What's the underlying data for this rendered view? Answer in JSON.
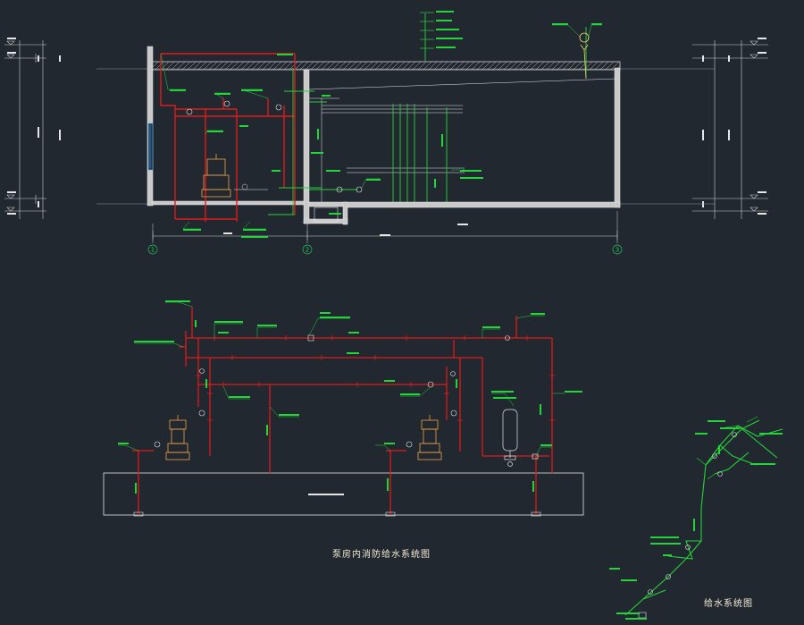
{
  "titles": {
    "pump_room_system": "泵房内消防给水系统图",
    "supply_system": "给水系统图"
  },
  "axis_labels": [
    "1",
    "2",
    "3"
  ],
  "colors": {
    "background": "#212830",
    "structure": "#e6e6e6",
    "fire_pipe": "#e01a1a",
    "supply_pipe": "#27d13a",
    "leader": "#24d43a",
    "equipment": "#f1a04a",
    "axis": "#23c35a",
    "title_text": "#f3e9d2"
  }
}
